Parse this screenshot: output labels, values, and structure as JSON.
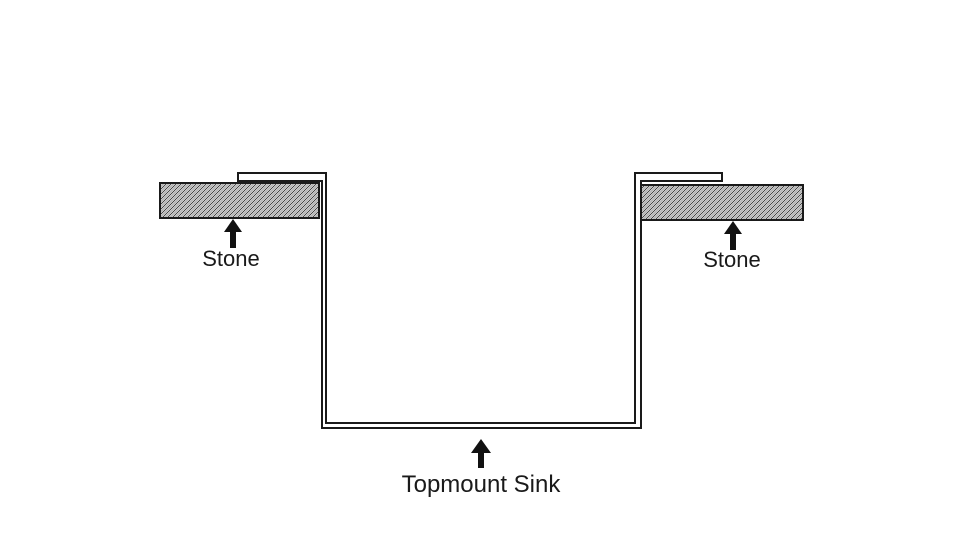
{
  "diagram": {
    "labels": {
      "left_stone": "Stone",
      "right_stone": "Stone",
      "sink": "Topmount Sink"
    },
    "colors": {
      "background": "#ffffff",
      "line": "#1a1a1a",
      "hatch_dark": "#3a3a3a",
      "hatch_light": "#9a9a9a"
    }
  }
}
